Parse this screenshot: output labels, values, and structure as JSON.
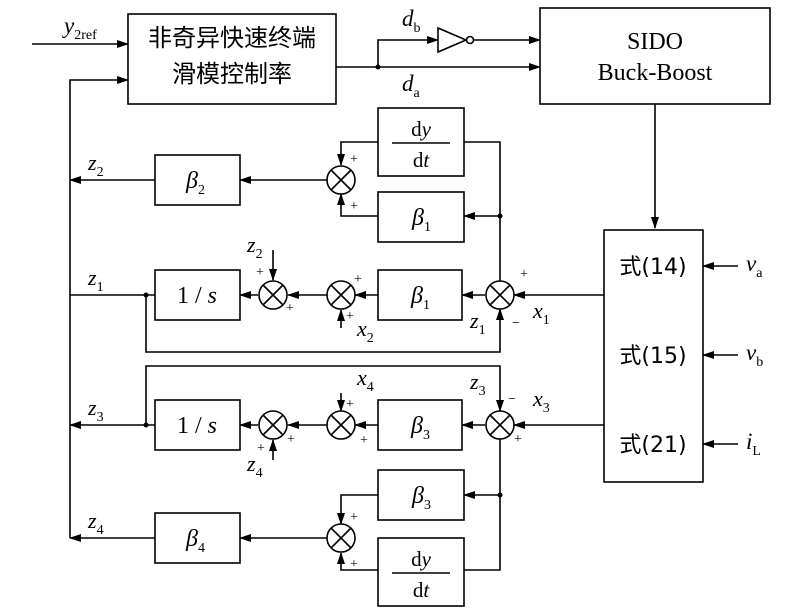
{
  "controller": {
    "line1": "非奇异快速终端",
    "line2": "滑模控制率"
  },
  "converter": {
    "line1": "SIDO",
    "line2": "Buck-Boost"
  },
  "inputs": {
    "y": "y",
    "y_sub": "2ref"
  },
  "duty": {
    "b_main": "d",
    "b_sub": "b",
    "a_main": "d",
    "a_sub": "a"
  },
  "eq": {
    "e14": "式(14)",
    "e15": "式(15)",
    "e21": "式(21)"
  },
  "meas": {
    "va": "v",
    "va_sub": "a",
    "vb": "v",
    "vb_sub": "b",
    "iL": "i",
    "iL_sub": "L"
  },
  "blocks": {
    "beta": "β",
    "beta1_sub": "1",
    "beta2_sub": "2",
    "beta3_sub": "3",
    "beta4_sub": "4",
    "integ": "1 / s",
    "deriv_num": "dy",
    "deriv_den": "dt"
  },
  "signals": {
    "z": "z",
    "x": "x",
    "s1": "1",
    "s2": "2",
    "s3": "3",
    "s4": "4"
  },
  "signs": {
    "plus": "+",
    "minus": "−"
  }
}
